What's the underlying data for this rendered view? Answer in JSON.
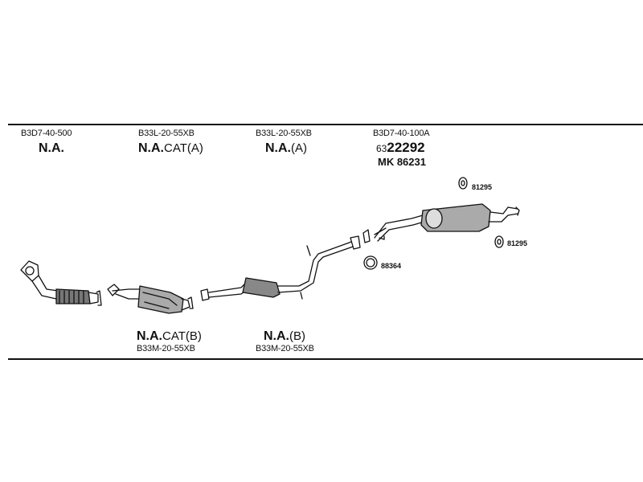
{
  "upper_parts": [
    {
      "code": "B3D7-40-500",
      "status": "N.A.",
      "suffix": ""
    },
    {
      "code": "B33L-20-55XB",
      "status": "N.A.",
      "suffix": "CAT(A)"
    },
    {
      "code": "B33L-20-55XB",
      "status": "N.A.",
      "suffix": "(A)"
    },
    {
      "code": "B3D7-40-100A",
      "number_prefix": "63",
      "number_main": "22292",
      "mk": "MK 86231"
    }
  ],
  "lower_parts": [
    {
      "code": "B33M-20-55XB",
      "status": "N.A.",
      "suffix": "CAT(B)"
    },
    {
      "code": "B33M-20-55XB",
      "status": "N.A.",
      "suffix": "(B)"
    }
  ],
  "small_parts": [
    {
      "label": "81295",
      "icon": "o-ring-icon"
    },
    {
      "label": "81295",
      "icon": "o-ring-icon"
    },
    {
      "label": "88364",
      "icon": "gasket-ring-icon"
    }
  ]
}
